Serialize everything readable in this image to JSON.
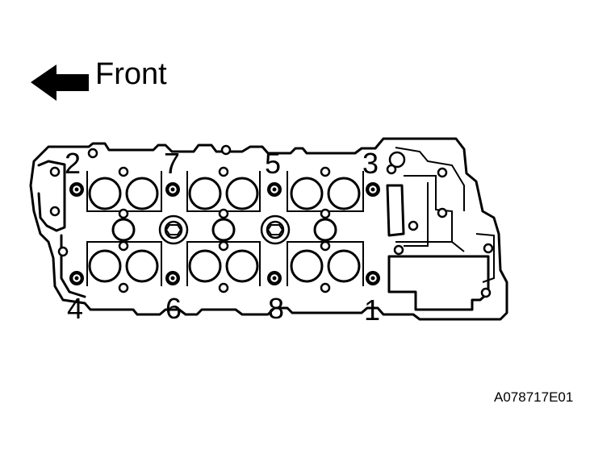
{
  "front_label": "Front",
  "drawing_code": "A078717E01",
  "bolts": [
    {
      "number": "1"
    },
    {
      "number": "2"
    },
    {
      "number": "3"
    },
    {
      "number": "4"
    },
    {
      "number": "5"
    },
    {
      "number": "6"
    },
    {
      "number": "7"
    },
    {
      "number": "8"
    }
  ],
  "colors": {
    "line": "#000000",
    "background": "#ffffff"
  },
  "icons": {
    "direction": "arrow-left-icon"
  }
}
